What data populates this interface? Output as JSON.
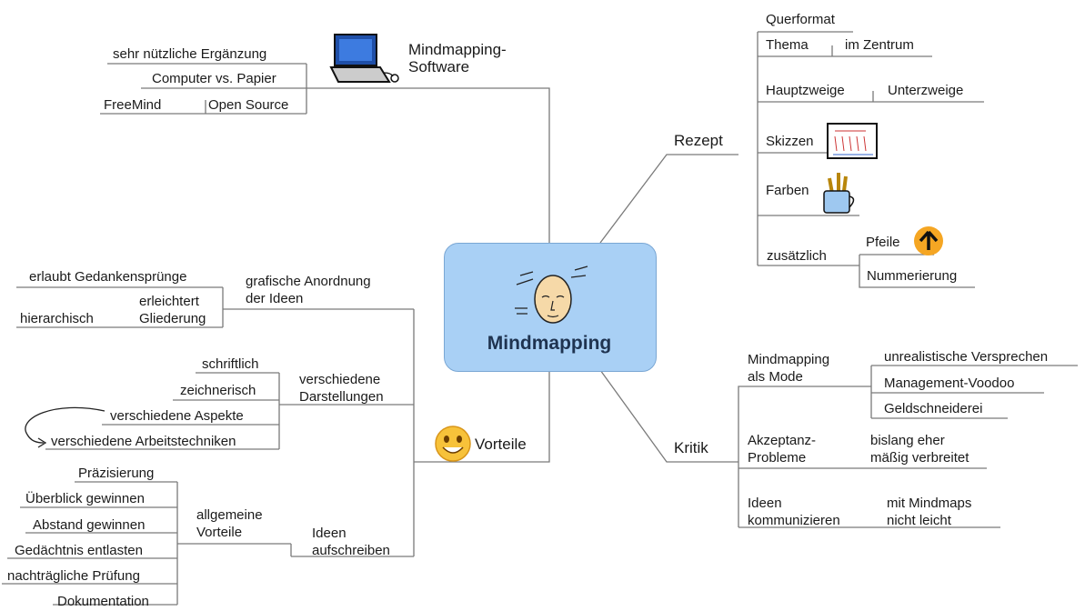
{
  "center": {
    "label": "Mindmapping",
    "icon": "thinking-head-icon"
  },
  "software": {
    "label": "Mindmapping-\nSoftware",
    "icon": "laptop-icon",
    "items": [
      "sehr nützliche Ergänzung",
      "Computer vs. Papier",
      "FreeMind",
      "Open Source"
    ]
  },
  "rezept": {
    "label": "Rezept",
    "querformat": "Querformat",
    "thema": "Thema",
    "im_zentrum": "im Zentrum",
    "hauptzweige": "Hauptzweige",
    "unterzweige": "Unterzweige",
    "skizzen": "Skizzen",
    "farben": "Farben",
    "zusaetzlich": "zusätzlich",
    "pfeile": "Pfeile",
    "nummerierung": "Nummerierung",
    "icons": [
      "sketch-icon",
      "pencil-cup-icon",
      "up-arrow-icon"
    ],
    "colors": {
      "arrow_circle": "#f5a623"
    }
  },
  "kritik": {
    "label": "Kritik",
    "mode": "Mindmapping\nals Mode",
    "mode_items": [
      "unrealistische Versprechen",
      "Management-Voodoo",
      "Geldschneiderei"
    ],
    "akzeptanz": "Akzeptanz-\nProbleme",
    "akzeptanz_item": "bislang eher\nmäßig verbreitet",
    "ideen": "Ideen\nkommunizieren",
    "ideen_item": "mit Mindmaps\nnicht leicht"
  },
  "vorteile": {
    "label": "Vorteile",
    "icon": "smiley-icon",
    "grafisch": "grafische Anordnung\nder Ideen",
    "grafisch_items": {
      "spruenge": "erlaubt Gedankensprünge",
      "gliederung": "erleichtert\nGliederung",
      "hierarchisch": "hierarchisch"
    },
    "darstellungen": "verschiedene\nDarstellungen",
    "darstellungen_items": [
      "schriftlich",
      "zeichnerisch",
      "verschiedene Aspekte",
      "verschiedene Arbeitstechniken"
    ],
    "aufschreiben": "Ideen\naufschreiben",
    "allgemein": "allgemeine\nVorteile",
    "allgemein_items": [
      "Präzisierung",
      "Überblick gewinnen",
      "Abstand gewinnen",
      "Gedächtnis entlasten",
      "nachträgliche Prüfung",
      "Dokumentation"
    ]
  },
  "colors": {
    "line": "#7a7a7a",
    "center_fill": "#a9d0f5",
    "smiley": "#f7c23a"
  }
}
